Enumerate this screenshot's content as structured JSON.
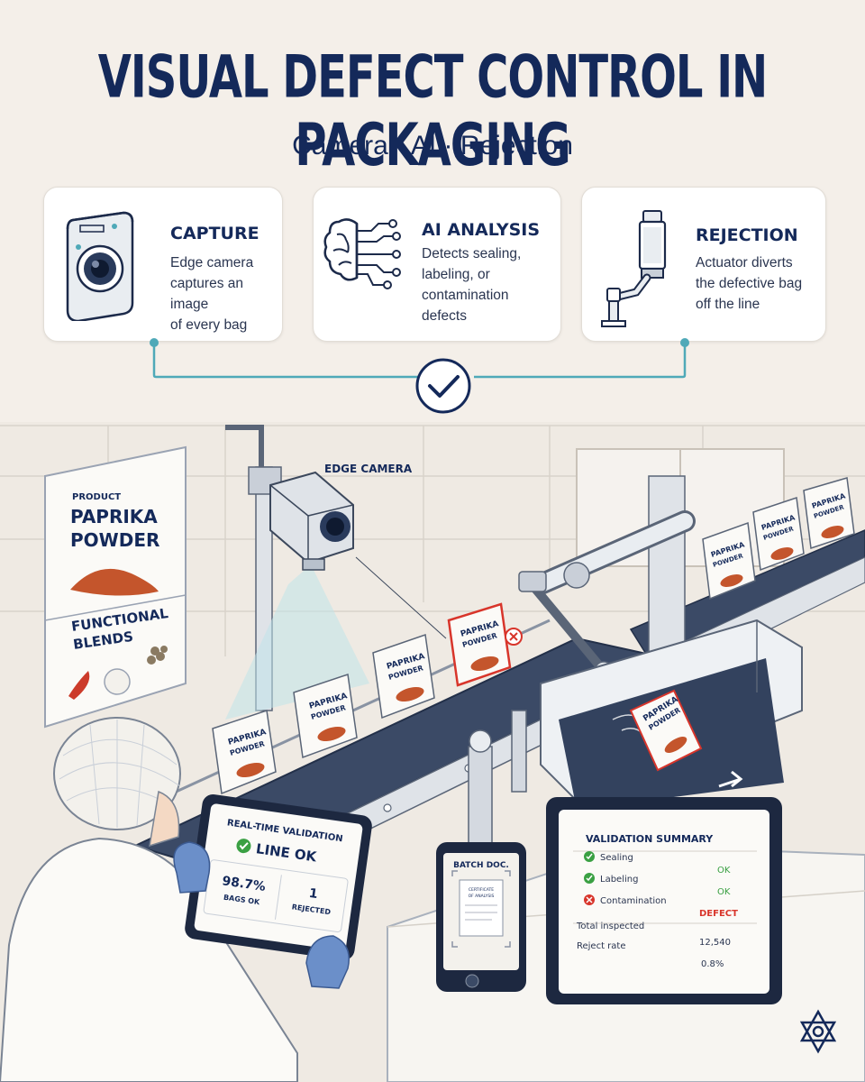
{
  "header": {
    "title": "VISUAL DEFECT CONTROL IN PACKAGING",
    "subtitle": "Camera · AI · Rejection"
  },
  "steps": [
    {
      "title": "CAPTURE",
      "desc": [
        "Edge camera",
        "captures an image",
        "of every bag"
      ],
      "icon": "camera-icon"
    },
    {
      "title": "AI ANALYSIS",
      "desc": [
        "Detects sealing,",
        "labeling, or",
        "contamination",
        "defects"
      ],
      "icon": "brain-circuit-icon"
    },
    {
      "title": "REJECTION",
      "desc": [
        "Actuator diverts",
        "the defective bag",
        "off the line"
      ],
      "icon": "actuator-icon"
    }
  ],
  "scene": {
    "camera_label": "EDGE CAMERA",
    "bag_label": [
      "PAPRIKA",
      "POWDER"
    ],
    "poster": {
      "small": "PRODUCT",
      "product": [
        "PAPRIKA",
        "POWDER"
      ],
      "line": [
        "FUNCTIONAL",
        "BLENDS"
      ]
    },
    "tablet": {
      "title": "REAL-TIME VALIDATION",
      "status": "LINE OK",
      "ok_value": "98.7%",
      "ok_label": "BAGS OK",
      "rejected_value": "1",
      "rejected_label": "REJECTED"
    },
    "phone": {
      "title": "BATCH DOC.",
      "doc_text": [
        "CERTIFICATE",
        "OF ANALYSIS"
      ]
    },
    "summary": {
      "title": "VALIDATION SUMMARY",
      "checks": [
        {
          "label": "Sealing",
          "result": "OK",
          "status": "ok"
        },
        {
          "label": "Labeling",
          "result": "OK",
          "status": "ok"
        },
        {
          "label": "Contamination",
          "result": "DEFECT",
          "status": "defect"
        }
      ],
      "total_label": "Total inspected",
      "total_value": "12,540",
      "reject_label": "Reject rate",
      "reject_value": "0.8%"
    }
  },
  "colors": {
    "navy": "#14295a",
    "teal": "#4fa9b8",
    "ok_green": "#3aa043",
    "defect_red": "#d8352b",
    "paprika": "#c4552c"
  }
}
